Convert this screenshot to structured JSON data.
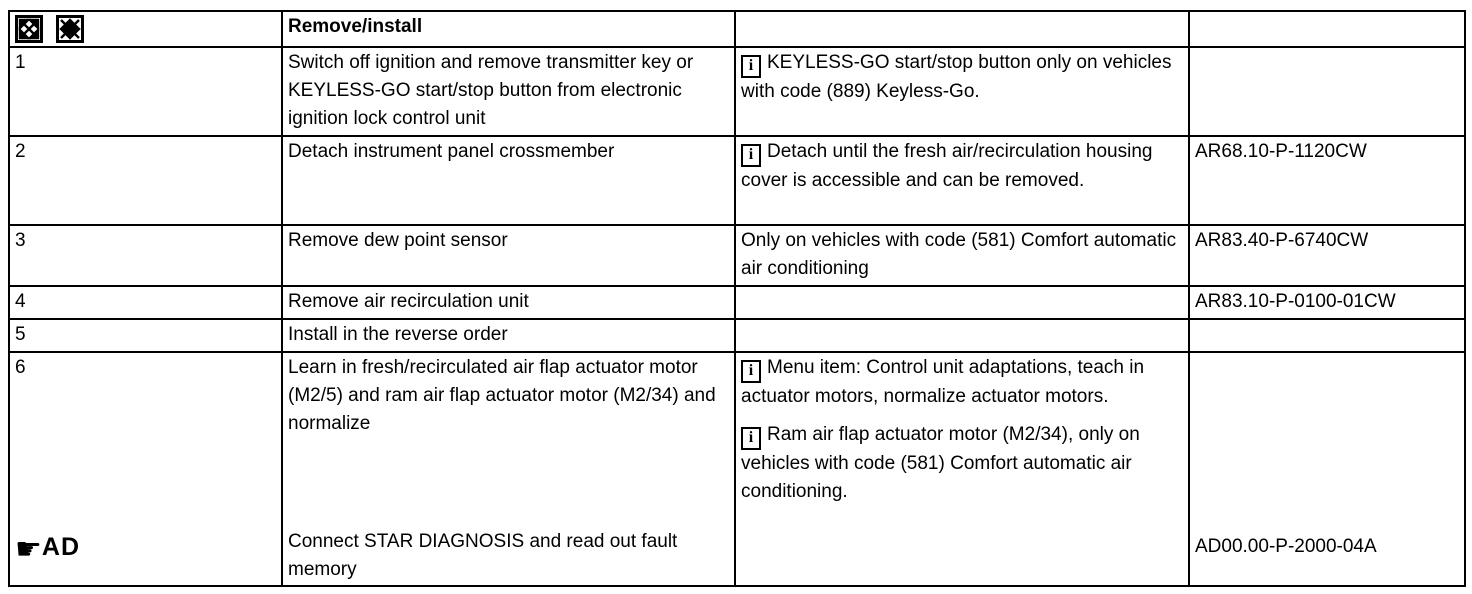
{
  "icons": {
    "info_glyph": "i",
    "hand_glyph": "☛"
  },
  "table": {
    "header": {
      "title": "Remove/install"
    },
    "rows": [
      {
        "step": "1",
        "action": "Switch off ignition and remove transmitter key or KEYLESS-GO start/stop button from electronic ignition lock control unit",
        "note1": "KEYLESS-GO start/stop button only on vehicles with code (889) Keyless-Go.",
        "reference": ""
      },
      {
        "step": "2",
        "action": "Detach instrument panel crossmember",
        "note1": "Detach until the fresh air/recirculation housing cover is accessible and can be removed.",
        "reference": "AR68.10-P-1120CW"
      },
      {
        "step": "3",
        "action": "Remove dew point sensor",
        "note1": "Only on vehicles with code (581) Comfort automatic air conditioning",
        "reference": "AR83.40-P-6740CW"
      },
      {
        "step": "4",
        "action": "Remove air recirculation unit",
        "reference": "AR83.10-P-0100-01CW"
      },
      {
        "step": "5",
        "action": "Install in the reverse order",
        "reference": ""
      },
      {
        "step": "6",
        "action": "Learn in fresh/recirculated air flap actuator motor (M2/5) and ram air flap actuator motor (M2/34) and normalize",
        "note1": "Menu item: Control unit adaptations, teach in actuator motors, normalize actuator motors.",
        "note2": "Ram air flap actuator motor (M2/34), only on vehicles with code (581) Comfort automatic air conditioning.",
        "sub": {
          "label": "AD",
          "action": "Connect STAR DIAGNOSIS and read out fault memory",
          "reference": "AD00.00-P-2000-04A"
        }
      }
    ]
  }
}
